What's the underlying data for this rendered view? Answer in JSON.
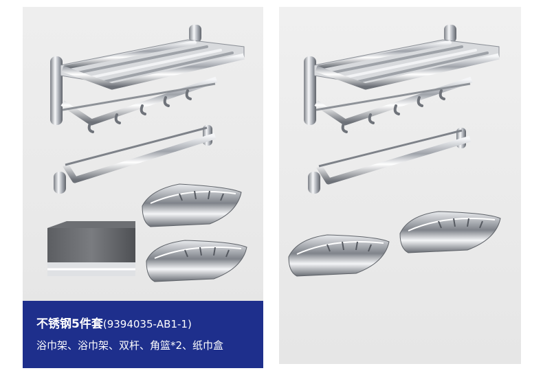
{
  "caption": {
    "title": "不锈钢5件套",
    "model": "(9394035-AB1-1)",
    "items": "浴巾架、浴巾架、双杆、角篮*2、纸巾盒"
  },
  "colors": {
    "caption_background": "#1e2f8c",
    "caption_text": "#ffffff",
    "panel_background": "#ececec",
    "chrome": "#b9bcc2"
  }
}
